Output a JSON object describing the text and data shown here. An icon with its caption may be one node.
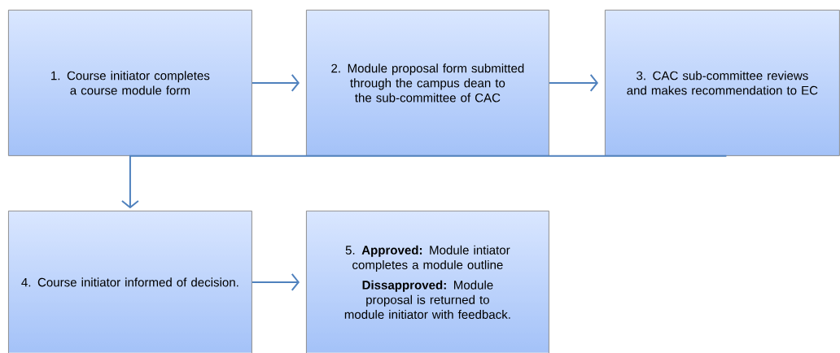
{
  "diagram": {
    "nodes": [
      {
        "text": [
          "1. Course initiator completes  a course module form"
        ]
      },
      {
        "text": [
          "2. Module proposal form submitted through the campus dean to the sub-committee of CAC"
        ]
      },
      {
        "text": [
          "3. CAC sub-committee reviews and makes recommendation to EC"
        ]
      },
      {
        "text": [
          "4. Course initiator informed of decision."
        ]
      },
      {
        "text": [
          "5. **Approved:**  Module intiator completes a module outline",
          "**Dissapproved:** Module proposal is returned to module initiator with feedback."
        ]
      }
    ],
    "edges": [
      {
        "from": 0,
        "to": 1,
        "arrow": "to"
      },
      {
        "from": 1,
        "to": 2,
        "arrow": "to"
      },
      {
        "from": 2,
        "to": 3,
        "arrow": "to"
      },
      {
        "from": 3,
        "to": 4,
        "arrow": "to"
      }
    ]
  }
}
